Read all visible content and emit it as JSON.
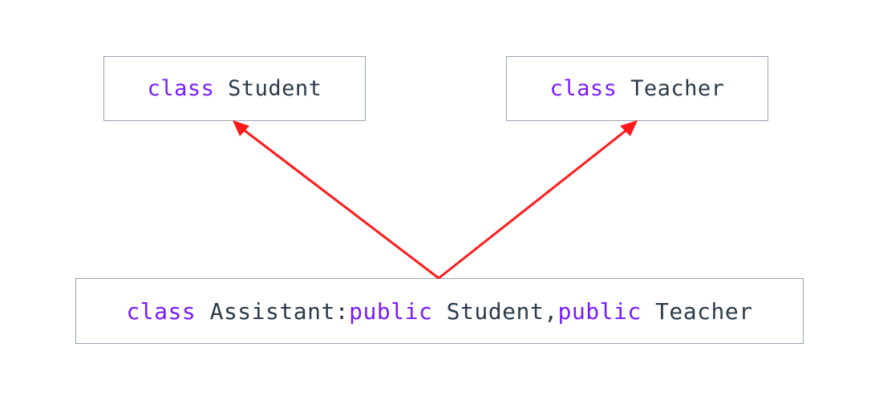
{
  "student_box": {
    "keyword": "class",
    "name": " Student"
  },
  "teacher_box": {
    "keyword": "class",
    "name": " Teacher"
  },
  "assistant_box": {
    "keyword1": "class",
    "name": " Assistant:",
    "keyword2": "public",
    "base1": " Student,",
    "keyword3": "public",
    "base2": " Teacher"
  },
  "colors": {
    "keyword": "#7a1aff",
    "identifier": "#2b3a4a",
    "arrow": "#ff1a1a",
    "border": "#9aa3b2"
  }
}
